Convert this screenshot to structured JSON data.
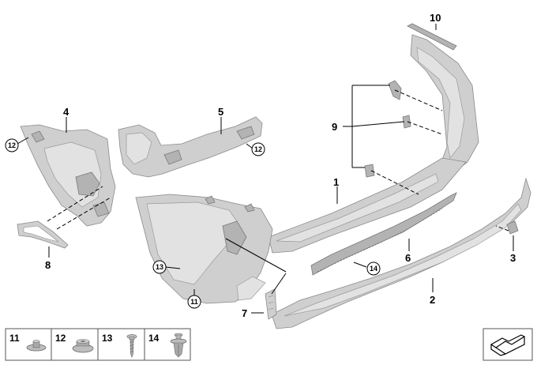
{
  "callouts": {
    "c1": "1",
    "c2": "2",
    "c3": "3",
    "c4": "4",
    "c5": "5",
    "c6": "6",
    "c7": "7",
    "c8": "8",
    "c9": "9",
    "c10": "10",
    "c11": "11",
    "c12a": "12",
    "c12b": "12",
    "c13": "13",
    "c14": "14"
  },
  "legend": [
    {
      "label": "11",
      "icon": "flat-head-rivet-icon"
    },
    {
      "label": "12",
      "icon": "flange-nut-icon"
    },
    {
      "label": "13",
      "icon": "screw-icon"
    },
    {
      "label": "14",
      "icon": "expanding-clip-icon"
    }
  ],
  "colors": {
    "part_fill": "#cfcfcf",
    "part_stroke": "#8a8a8a",
    "ink": "#000000"
  }
}
